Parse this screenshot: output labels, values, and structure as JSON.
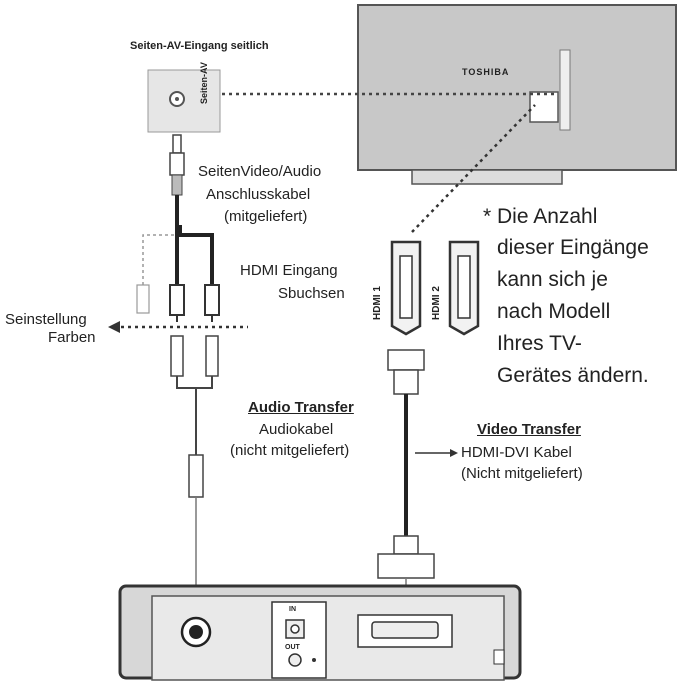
{
  "labels": {
    "side_av_title": "Seiten-AV-Eingang seitlich",
    "side_av_vertical": "Seiten-AV",
    "brand": "TOSHIBA",
    "side_cable_line1": "SeitenVideo/Audio",
    "side_cable_line2": "Anschlusskabel",
    "side_cable_line3": "(mitgeliefert)",
    "note_line1": "* Die Anzahl",
    "note_line2": "dieser Eingänge",
    "note_line3": "kann sich je",
    "note_line4": "nach Modell",
    "note_line5": "Ihres TV-",
    "note_line6": "Gerätes ändern.",
    "hdmi_input_line1": "HDMI Eingang",
    "hdmi_input_line2": "Sbuchsen",
    "hdmi1": "HDMI 1",
    "hdmi2": "HDMI 2",
    "color_setting_line1": "Seinstellung",
    "color_setting_line2": "Farben",
    "audio_transfer_title": "Audio Transfer",
    "audio_cable_line1": "Audiokabel",
    "audio_cable_line2": "(nicht mitgeliefert)",
    "video_transfer_title": "Video Transfer",
    "video_cable_line1": "HDMI-DVI Kabel",
    "video_cable_line2": "(Nicht mitgeliefert)",
    "device_in": "IN",
    "device_out": "OUT"
  }
}
